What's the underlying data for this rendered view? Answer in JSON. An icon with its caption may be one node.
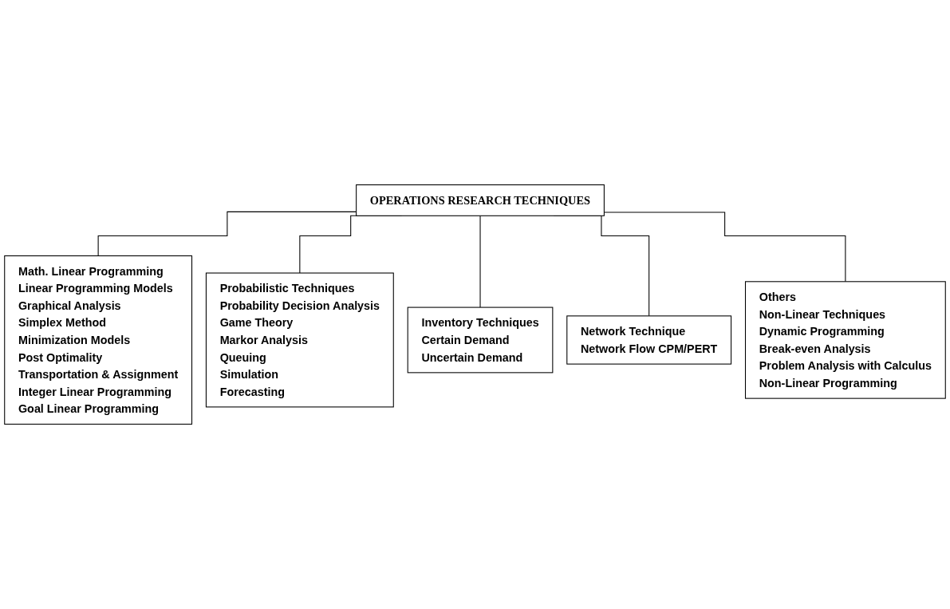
{
  "diagram": {
    "nodes": [
      {
        "text": [
          "OPERATIONS RESEARCH TECHNIQUES"
        ]
      },
      {
        "text": [
          "Math. Linear Programming",
          "Linear Programming Models",
          "Graphical Analysis",
          "Simplex Method",
          "Minimization Models",
          "Post Optimality",
          "Transportation & Assignment",
          "Integer Linear Programming",
          "Goal Linear Programming"
        ]
      },
      {
        "text": [
          "Probabilistic Techniques",
          "Probability Decision Analysis",
          "Game Theory",
          "Markor Analysis",
          "Queuing",
          "Simulation",
          "Forecasting"
        ]
      },
      {
        "text": [
          "Inventory Techniques",
          "Certain Demand",
          "Uncertain Demand"
        ]
      },
      {
        "text": [
          "Network Technique",
          "Network Flow CPM/PERT"
        ]
      },
      {
        "text": [
          "Others",
          "Non-Linear Techniques",
          "Dynamic Programming",
          "Break-even Analysis",
          "Problem Analysis with Calculus",
          "Non-Linear Programming"
        ]
      }
    ],
    "edges": [
      {
        "from": 0,
        "to": 1,
        "arrow": "none"
      },
      {
        "from": 0,
        "to": 2,
        "arrow": "none"
      },
      {
        "from": 0,
        "to": 3,
        "arrow": "none"
      },
      {
        "from": 0,
        "to": 4,
        "arrow": "none"
      },
      {
        "from": 0,
        "to": 5,
        "arrow": "none"
      }
    ]
  }
}
